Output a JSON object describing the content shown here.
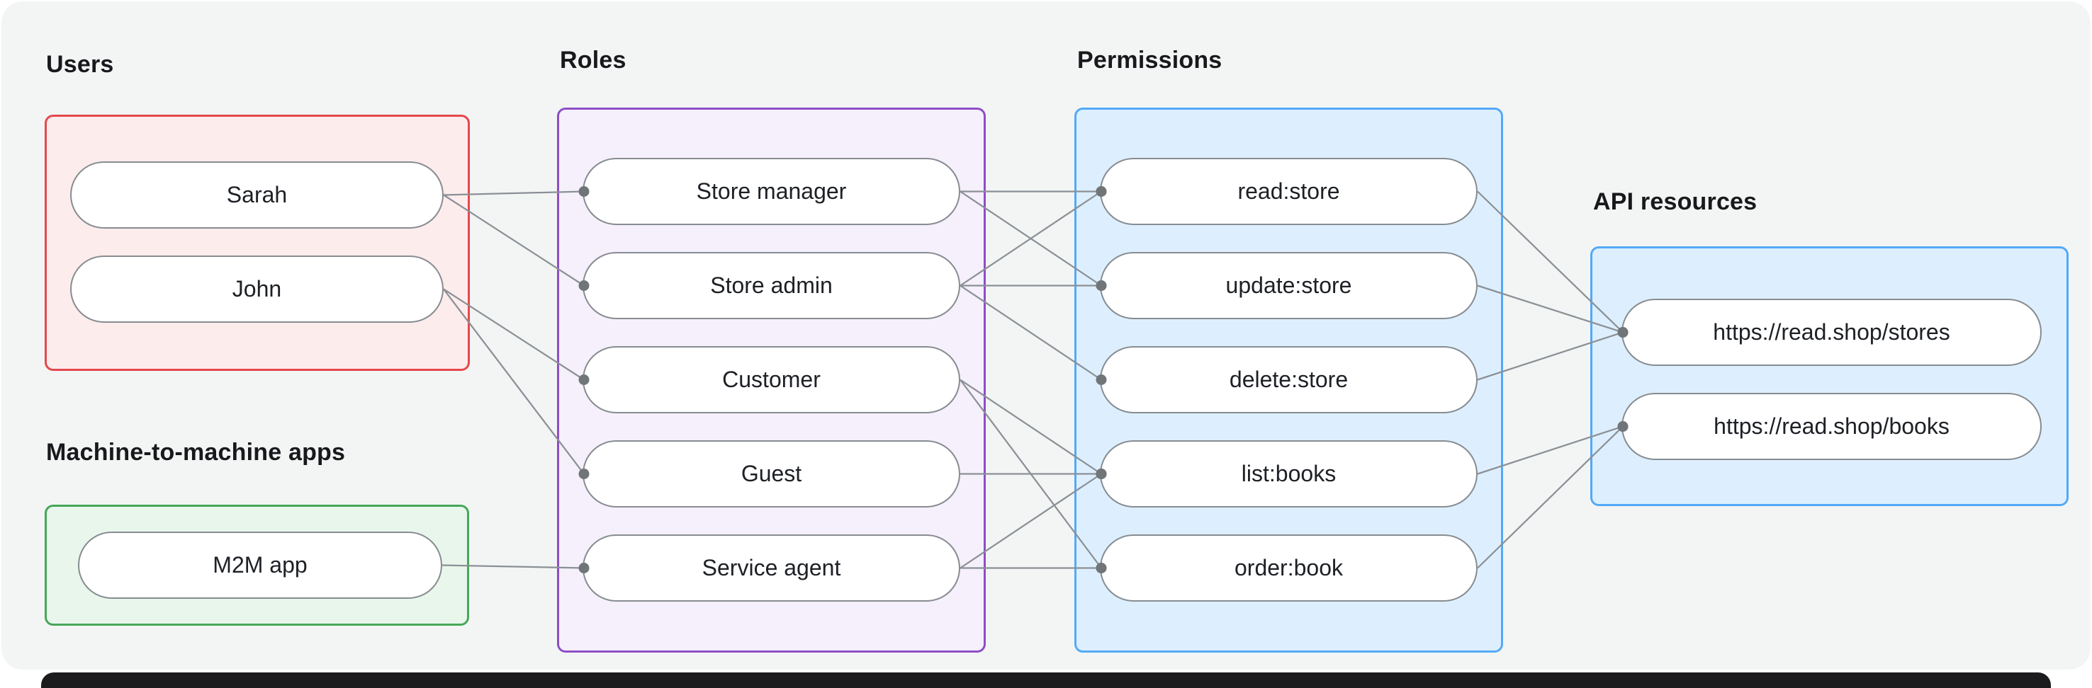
{
  "page": {
    "panel_background": "#f3f5f4",
    "bottom_bar_color": "#1c1c1e"
  },
  "diagram": {
    "edge_color": "#8b9096",
    "dot_color": "#70757a",
    "node_style": {
      "background": "#ffffff",
      "border": "#878c91",
      "text": "#1d2025"
    },
    "groups": [
      {
        "id": "users",
        "label": "Users",
        "border": "#e5484d",
        "fill": "#fdecec",
        "nodes": [
          {
            "id": "sarah",
            "label": "Sarah"
          },
          {
            "id": "john",
            "label": "John"
          }
        ]
      },
      {
        "id": "m2m",
        "label": "Machine-to-machine apps",
        "border": "#46a758",
        "fill": "#e9f6ec",
        "nodes": [
          {
            "id": "m2m_app",
            "label": "M2M app"
          }
        ]
      },
      {
        "id": "roles",
        "label": "Roles",
        "border": "#8e4ec6",
        "fill": "#f5f0fc",
        "nodes": [
          {
            "id": "store_manager",
            "label": "Store manager"
          },
          {
            "id": "store_admin",
            "label": "Store admin"
          },
          {
            "id": "customer",
            "label": "Customer"
          },
          {
            "id": "guest",
            "label": "Guest"
          },
          {
            "id": "service_agent",
            "label": "Service agent"
          }
        ]
      },
      {
        "id": "permissions",
        "label": "Permissions",
        "border": "#54a9f7",
        "fill": "#ddeffe",
        "nodes": [
          {
            "id": "read_store",
            "label": "read:store"
          },
          {
            "id": "update_store",
            "label": "update:store"
          },
          {
            "id": "delete_store",
            "label": "delete:store"
          },
          {
            "id": "list_books",
            "label": "list:books"
          },
          {
            "id": "order_book",
            "label": "order:book"
          }
        ]
      },
      {
        "id": "api",
        "label": "API resources",
        "border": "#54a9f7",
        "fill": "#ddeffe",
        "nodes": [
          {
            "id": "stores_api",
            "label": "https://read.shop/stores"
          },
          {
            "id": "books_api",
            "label": "https://read.shop/books"
          }
        ]
      }
    ],
    "edges": [
      [
        "sarah",
        "store_manager"
      ],
      [
        "sarah",
        "store_admin"
      ],
      [
        "john",
        "customer"
      ],
      [
        "john",
        "guest"
      ],
      [
        "m2m_app",
        "service_agent"
      ],
      [
        "store_manager",
        "read_store"
      ],
      [
        "store_manager",
        "update_store"
      ],
      [
        "store_admin",
        "read_store"
      ],
      [
        "store_admin",
        "update_store"
      ],
      [
        "store_admin",
        "delete_store"
      ],
      [
        "customer",
        "list_books"
      ],
      [
        "customer",
        "order_book"
      ],
      [
        "guest",
        "list_books"
      ],
      [
        "service_agent",
        "list_books"
      ],
      [
        "service_agent",
        "order_book"
      ],
      [
        "read_store",
        "stores_api"
      ],
      [
        "update_store",
        "stores_api"
      ],
      [
        "delete_store",
        "stores_api"
      ],
      [
        "list_books",
        "books_api"
      ],
      [
        "order_book",
        "books_api"
      ]
    ]
  }
}
